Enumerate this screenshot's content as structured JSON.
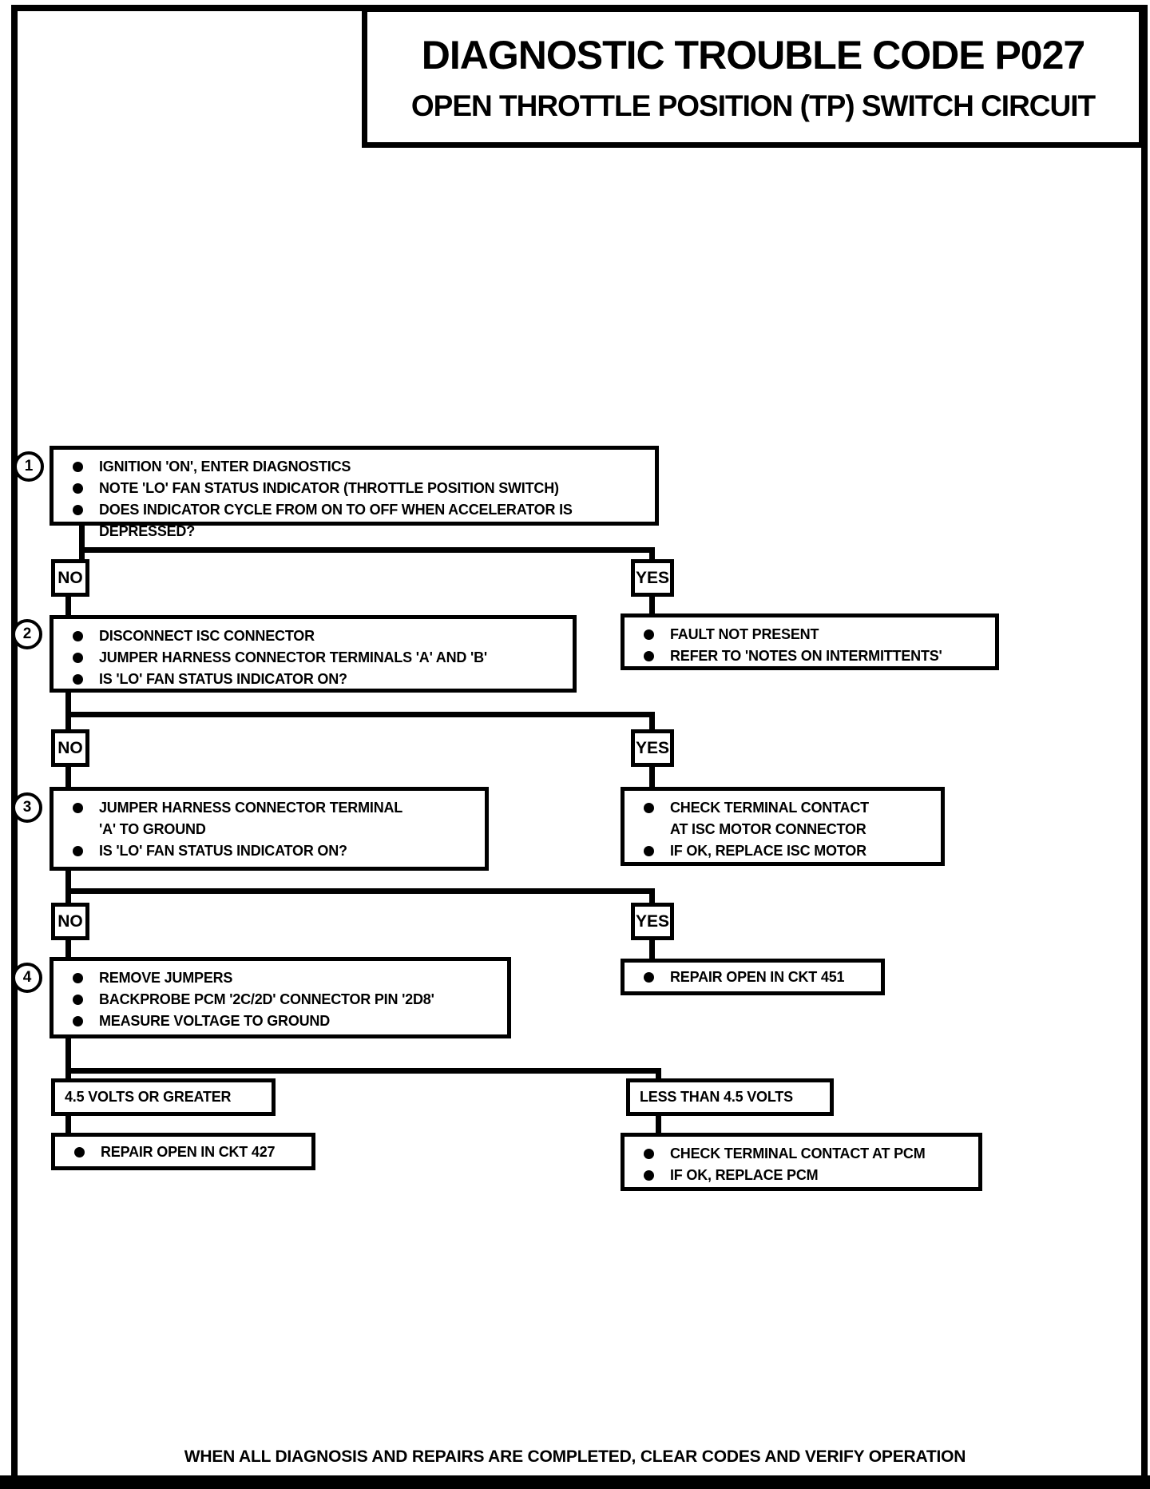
{
  "header": {
    "title": "DIAGNOSTIC TROUBLE CODE P027",
    "subtitle": "OPEN THROTTLE POSITION (TP) SWITCH CIRCUIT"
  },
  "labels": {
    "no": "NO",
    "yes": "YES"
  },
  "steps": [
    {
      "number": "1",
      "bullets": [
        "IGNITION 'ON', ENTER DIAGNOSTICS",
        "NOTE 'LO' FAN STATUS INDICATOR (THROTTLE POSITION SWITCH)",
        "DOES INDICATOR CYCLE FROM ON TO OFF WHEN ACCELERATOR IS DEPRESSED?"
      ]
    },
    {
      "number": "2",
      "bullets": [
        "DISCONNECT ISC CONNECTOR",
        "JUMPER HARNESS CONNECTOR TERMINALS 'A' AND 'B'",
        "IS 'LO' FAN STATUS INDICATOR ON?"
      ]
    },
    {
      "number": "3",
      "bullets": [
        "JUMPER HARNESS CONNECTOR TERMINAL 'A' TO GROUND",
        "IS 'LO' FAN STATUS INDICATOR ON?"
      ]
    },
    {
      "number": "4",
      "bullets": [
        "REMOVE JUMPERS",
        "BACKPROBE PCM '2C/2D' CONNECTOR PIN '2D8'",
        "MEASURE VOLTAGE TO GROUND"
      ]
    }
  ],
  "results": {
    "fault_not_present": [
      "FAULT NOT PRESENT",
      "REFER TO 'NOTES ON INTERMITTENTS'"
    ],
    "check_isc_motor": [
      "CHECK TERMINAL CONTACT AT ISC MOTOR CONNECTOR",
      "IF OK, REPLACE ISC MOTOR"
    ],
    "repair_ckt_451": [
      "REPAIR OPEN IN CKT 451"
    ],
    "repair_ckt_427": [
      "REPAIR OPEN IN CKT 427"
    ],
    "check_pcm": [
      "CHECK TERMINAL CONTACT AT PCM",
      "IF OK, REPLACE PCM"
    ]
  },
  "voltage_branch": {
    "left": "4.5 VOLTS OR GREATER",
    "right": "LESS THAN 4.5 VOLTS"
  },
  "page": {
    "footer": "WHEN ALL DIAGNOSIS AND REPAIRS ARE COMPLETED, CLEAR CODES AND VERIFY OPERATION"
  },
  "colors": {
    "ink": "#000000",
    "paper": "#ffffff"
  }
}
